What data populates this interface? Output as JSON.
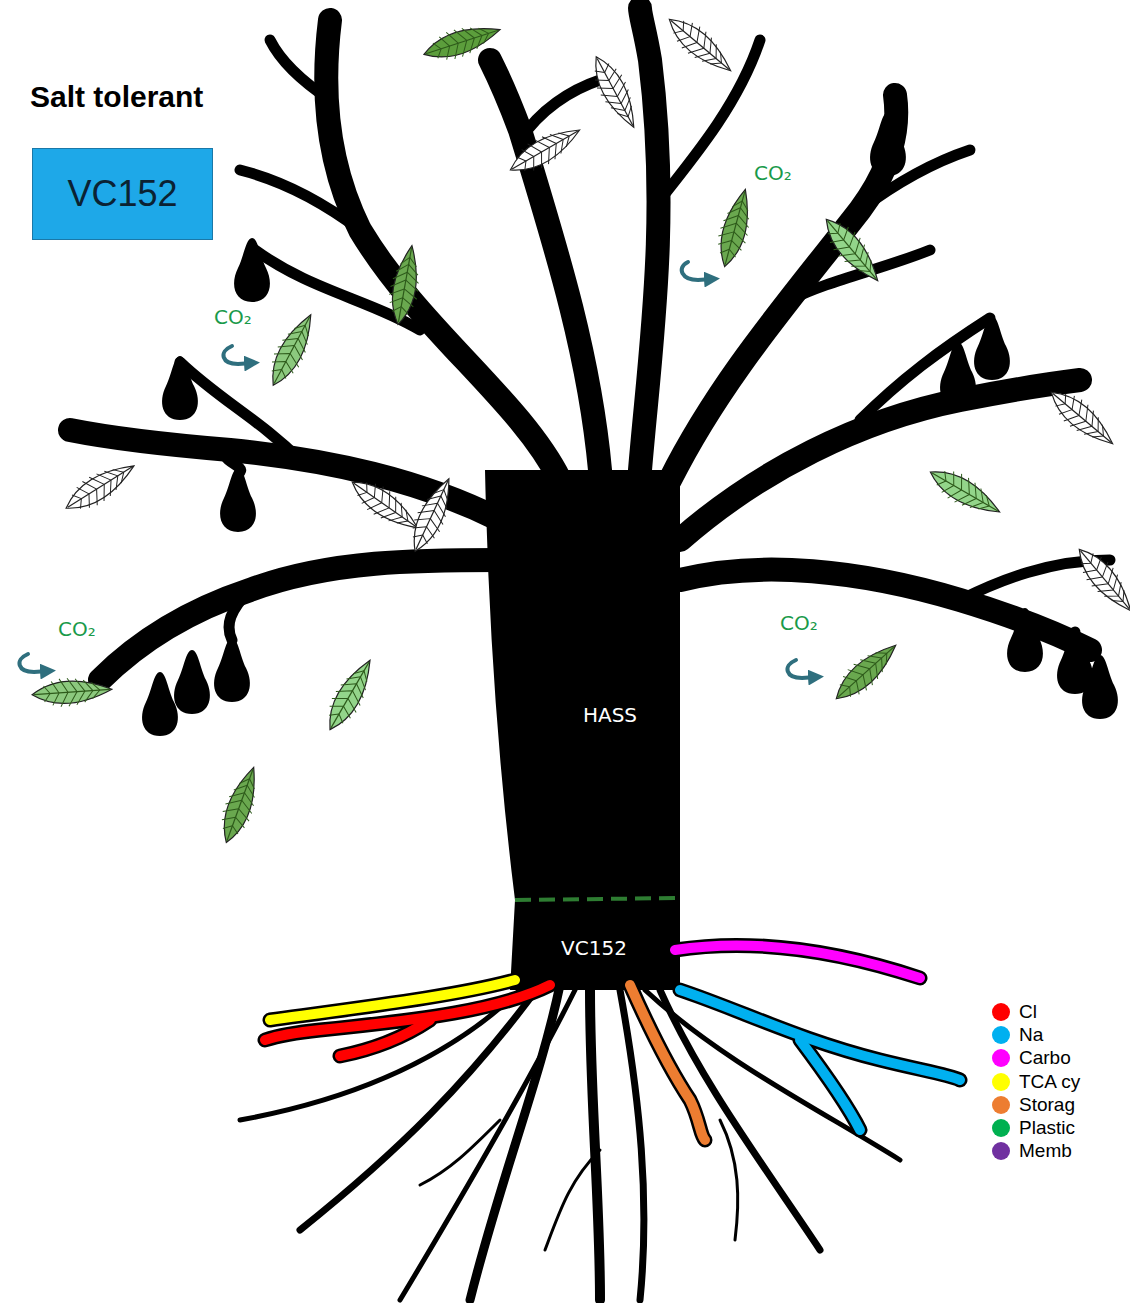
{
  "diagram": {
    "title": "Salt tolerant",
    "nodes": [
      {
        "text": [
          "VC152"
        ]
      }
    ],
    "labels": [
      "HASS",
      "VC152",
      "CO₂",
      "CO₂",
      "CO₂",
      "CO₂"
    ],
    "legend": [
      {
        "text": "Cl",
        "color": "#ff0000"
      },
      {
        "text": "Na",
        "color": "#00b0f0"
      },
      {
        "text": "Carbo",
        "color": "#ff00ff"
      },
      {
        "text": "TCA cy",
        "color": "#ffff00"
      },
      {
        "text": "Storag",
        "color": "#ed7d31"
      },
      {
        "text": "Plastic",
        "color": "#00b050"
      },
      {
        "text": "Memb",
        "color": "#7030a0"
      }
    ]
  }
}
